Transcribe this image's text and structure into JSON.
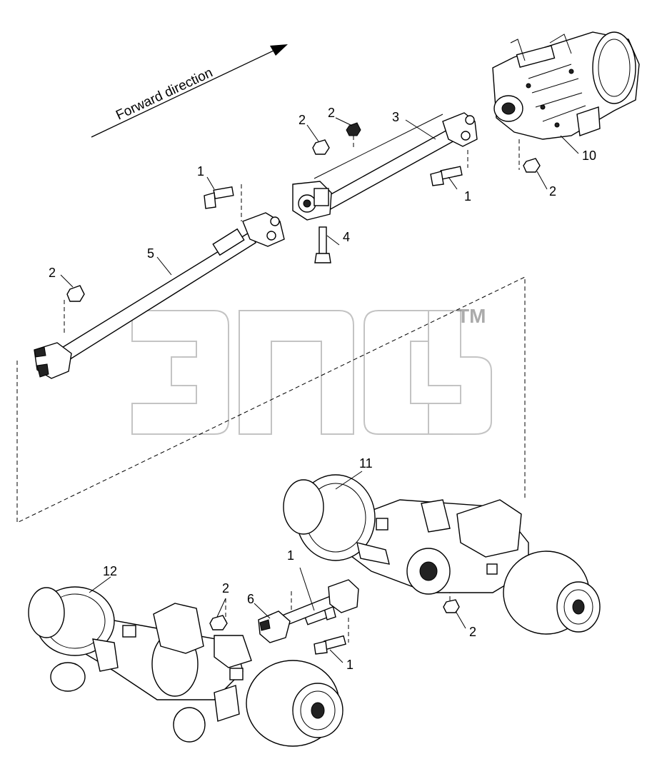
{
  "direction_label": "Forward direction",
  "watermark": {
    "text": "ЭПС",
    "tm": "TM"
  },
  "callouts": {
    "c1a": "1",
    "c1b": "1",
    "c1c": "1",
    "c1d": "1",
    "c2a": "2",
    "c2b": "2",
    "c2c": "2",
    "c2d": "2",
    "c2e": "2",
    "c2f": "2",
    "c3": "3",
    "c4": "4",
    "c5": "5",
    "c6": "6",
    "c10": "10",
    "c11": "11",
    "c12": "12"
  }
}
